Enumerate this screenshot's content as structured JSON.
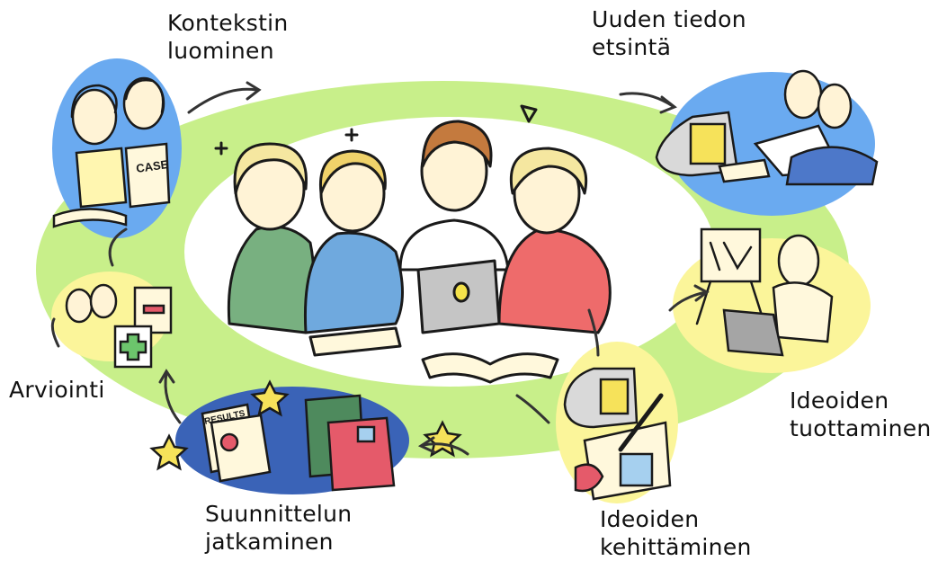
{
  "diagram": {
    "type": "cycle",
    "colors": {
      "ring": "#c8ef8a",
      "blue": "#6aaaf0",
      "yellow": "#fbf59a",
      "ink": "#1a1a1a"
    },
    "stages": {
      "context": "Kontekstin\nluominen",
      "search": "Uuden tiedon\netsintä",
      "produce": "Ideoiden\ntuottaminen",
      "develop": "Ideoiden\nkehittäminen",
      "plan": "Suunnittelun\njatkaminen",
      "evaluate": "Arviointi"
    },
    "artwork_text": {
      "case_sign": "CASE",
      "results_sheet": "RESULTS"
    }
  }
}
